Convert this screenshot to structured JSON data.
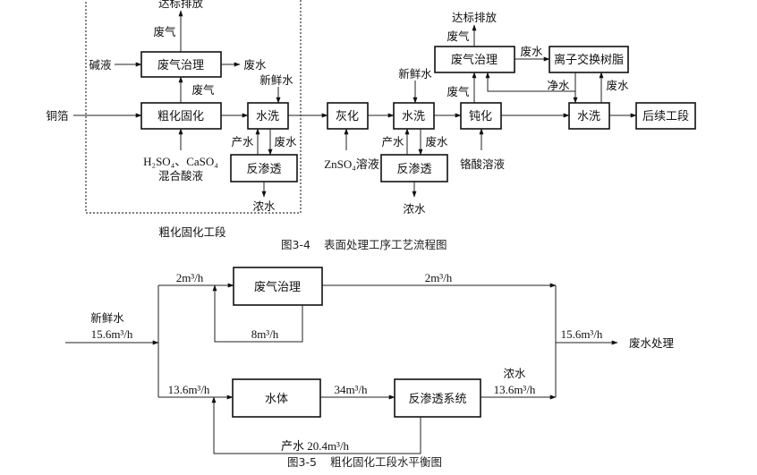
{
  "figure1": {
    "caption_number": "图3-4",
    "caption_title": "表面处理工序工艺流程图",
    "section_label": "粗化固化工段",
    "boxes": {
      "exhaust_treatment_1": "废气治理",
      "roughening_curing": "粗化固化",
      "washing_1": "水洗",
      "reverse_osmosis_1": "反渗透",
      "ashing": "灰化",
      "washing_2": "水洗",
      "reverse_osmosis_2": "反渗透",
      "passivation": "钝化",
      "exhaust_treatment_2": "废气治理",
      "ion_exchange": "离子交换树脂",
      "washing_3": "水洗",
      "subsequent": "后续工段"
    },
    "labels": {
      "discharge_1": "达标排放",
      "exhaust_gas_up_1": "废气",
      "alkali": "碱液",
      "wastewater_out_1": "废水",
      "exhaust_gas_1": "废气",
      "fresh_water_1": "新鲜水",
      "copper_foil": "铜箔",
      "acid_formula": "H₂SO₄、CaSO₄",
      "acid_name": "混合酸液",
      "product_water_1": "产水",
      "wastewater_1": "废水",
      "concentrate_1": "浓水",
      "znso4": "ZnSO₄溶液",
      "fresh_water_2": "新鲜水",
      "product_water_2": "产水",
      "wastewater_2": "废水",
      "concentrate_2": "浓水",
      "chromic_acid": "铬酸溶液",
      "exhaust_gas_2": "废气",
      "discharge_2": "达标排放",
      "exhaust_gas_up_2": "废气",
      "wastewater_to_ion": "废水",
      "clean_water": "净水",
      "wastewater_3": "废水"
    }
  },
  "figure2": {
    "caption_number": "图3-5",
    "caption_title": "粗化固化工段水平衡图",
    "boxes": {
      "exhaust_treatment": "废气治理",
      "water_body": "水体",
      "ro_system": "反渗透系统"
    },
    "labels": {
      "fresh_water": "新鲜水",
      "fresh_water_flow": "15.6m³/h",
      "to_exhaust_flow": "2m³/h",
      "exhaust_recycle_flow": "8m³/h",
      "exhaust_out_flow": "2m³/h",
      "to_water_body_flow": "13.6m³/h",
      "water_body_out_flow": "34m³/h",
      "concentrate": "浓水",
      "concentrate_flow": "13.6m³/h",
      "product_water_flow": "产水 20.4m³/h",
      "total_out_flow": "15.6m³/h",
      "wastewater_treatment": "废水处理"
    }
  }
}
